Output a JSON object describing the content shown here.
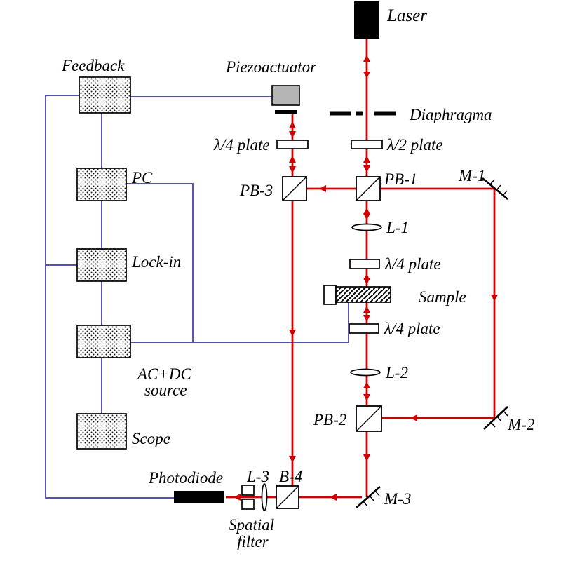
{
  "colors": {
    "beam": "#d40000",
    "wire": "#3a3aa6",
    "ink": "#000000",
    "piezo_fill": "#b5b5b5",
    "background": "#ffffff"
  },
  "labels": {
    "laser": "Laser",
    "feedback": "Feedback",
    "piezoactuator": "Piezoactuator",
    "diaphragma": "Diaphragma",
    "quarter_plate_top": "λ/4 plate",
    "half_plate": "λ/2 plate",
    "pb3": "PB-3",
    "pb1": "PB-1",
    "m1": "M-1",
    "l1": "L-1",
    "quarter_plate_mid": "λ/4 plate",
    "sample": "Sample",
    "quarter_plate_bottom": "λ/4 plate",
    "l2": "L-2",
    "pb2": "PB-2",
    "m2": "M-2",
    "pc": "PC",
    "lockin": "Lock-in",
    "acdc_line1": "AC+DC",
    "acdc_line2": "source",
    "scope": "Scope",
    "photodiode": "Photodiode",
    "l3": "L-3",
    "b4": "B-4",
    "m3": "M-3",
    "spatial_line1": "Spatial",
    "spatial_line2": "filter"
  }
}
